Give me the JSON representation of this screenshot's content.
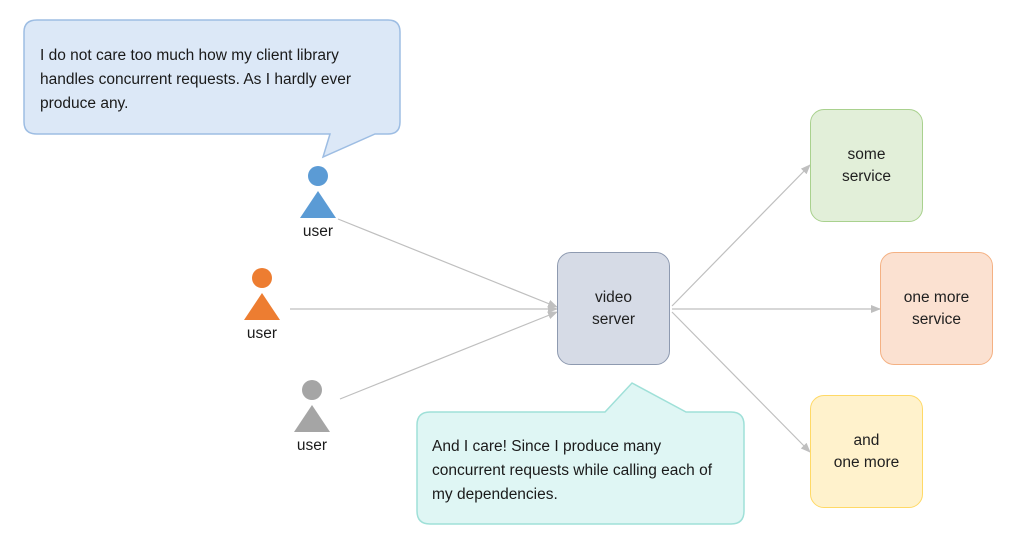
{
  "bubbles": {
    "top": {
      "text": "I do not care too much how my client library handles concurrent requests. As I hardly ever produce any.",
      "fill": "#dce8f7",
      "stroke": "#9dbde3"
    },
    "bottom": {
      "text": "And I care! Since I produce many concurrent requests while calling each of my dependencies.",
      "fill": "#dff6f4",
      "stroke": "#9fe0d8"
    }
  },
  "users": [
    {
      "label": "user",
      "color": "#5b9bd5"
    },
    {
      "label": "user",
      "color": "#ed7d31"
    },
    {
      "label": "user",
      "color": "#a5a5a5"
    }
  ],
  "nodes": {
    "video_server": {
      "label": "video\nserver",
      "fill": "#d6dbe6",
      "stroke": "#8e9ab0"
    },
    "some_service": {
      "label": "some\nservice",
      "fill": "#e2efd9",
      "stroke": "#a9d18e"
    },
    "one_more_service": {
      "label": "one more\nservice",
      "fill": "#fbe1d1",
      "stroke": "#f4b183"
    },
    "and_one_more": {
      "label": "and\none more",
      "fill": "#fff2cc",
      "stroke": "#ffd966"
    }
  },
  "edge_color": "#bfbfbf"
}
